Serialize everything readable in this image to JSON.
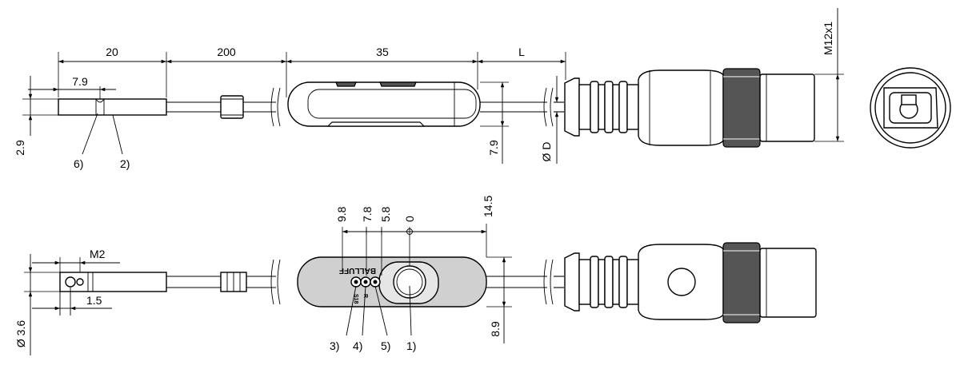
{
  "top_view": {
    "dims": {
      "d20": "20",
      "d200": "200",
      "d35": "35",
      "dL": "L",
      "d79": "7.9",
      "d29": "2.9",
      "d79v": "7.9",
      "dD": "Ø D",
      "thread": "M12x1"
    },
    "callouts": {
      "c6": "6)",
      "c2": "2)"
    }
  },
  "side_view": {
    "dims": {
      "d98": "9.8",
      "d78": "7.8",
      "d58": "5.8",
      "d0": "0",
      "d145": "14.5",
      "dM2": "M2",
      "d15": "1.5",
      "d36": "Ø 3.6",
      "d89": "8.9"
    },
    "callouts": {
      "c3": "3)",
      "c4": "4)",
      "c5": "5)",
      "c1": "1)"
    },
    "label_brand": "BALLUFF",
    "label_small1": "S18",
    "label_small2": "R"
  },
  "colors": {
    "line": "#000000",
    "background": "#ffffff",
    "fill_grey": "#d0d0d0"
  }
}
